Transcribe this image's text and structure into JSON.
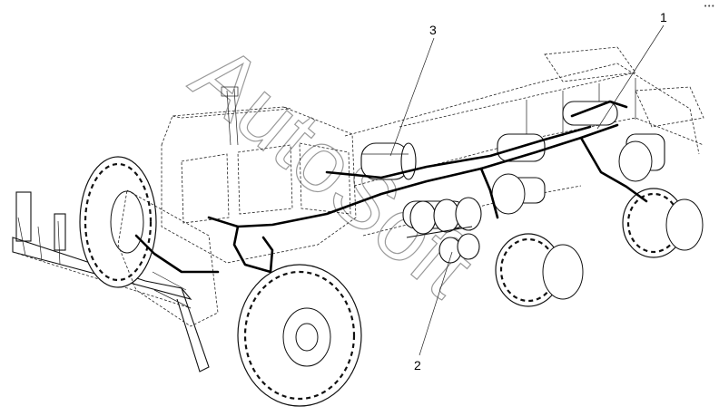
{
  "diagram": {
    "callouts": [
      {
        "id": "1",
        "label": "1"
      },
      {
        "id": "2",
        "label": "2"
      },
      {
        "id": "3",
        "label": "3"
      }
    ],
    "watermark": "AutoSoft",
    "corner_mark": "•••"
  }
}
